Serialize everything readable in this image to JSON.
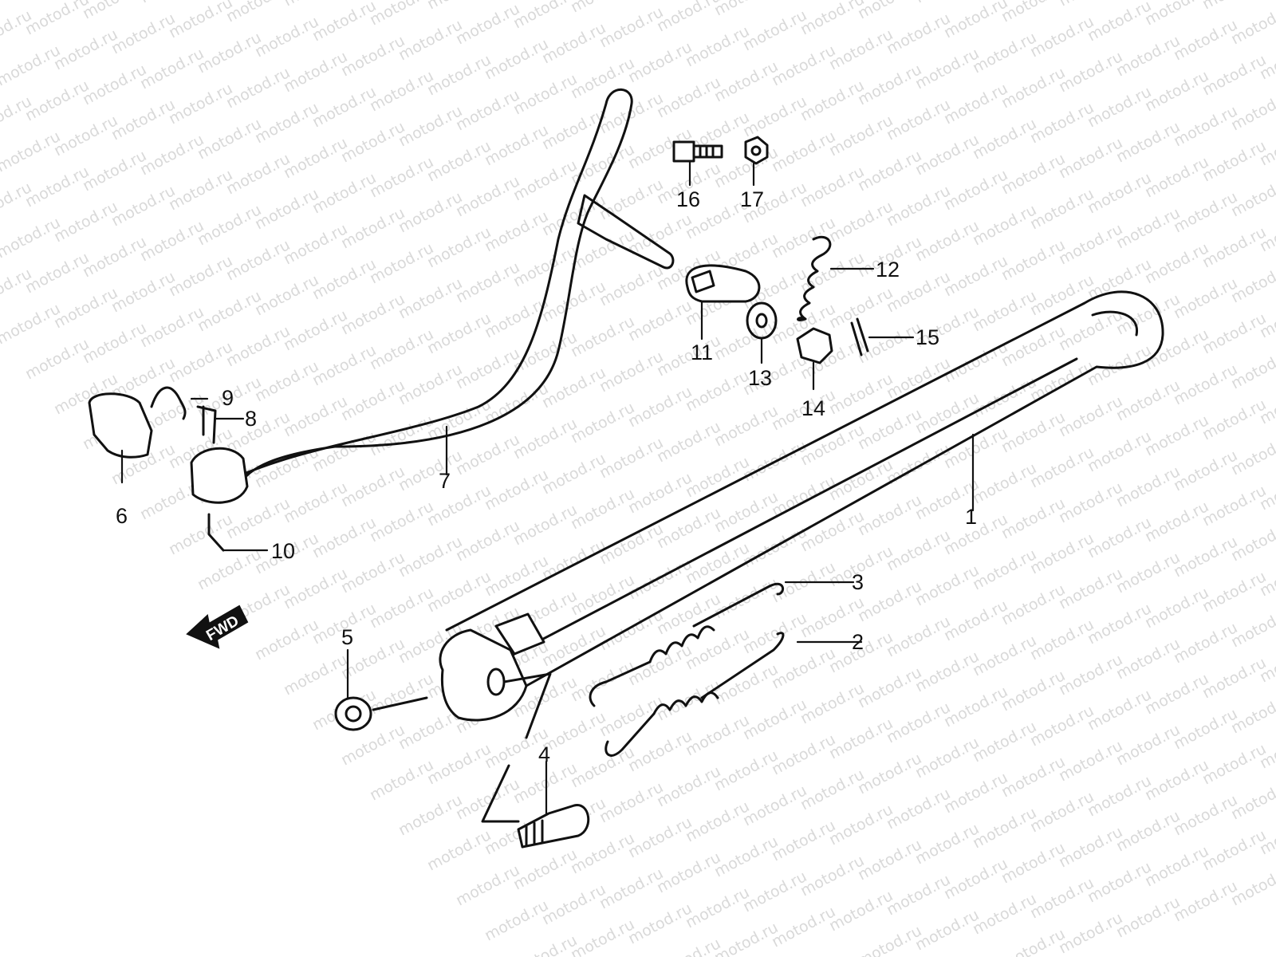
{
  "watermark": "motod.ru",
  "fwd_label": "FWD",
  "callouts": [
    "1",
    "2",
    "3",
    "4",
    "5",
    "6",
    "7",
    "8",
    "9",
    "10",
    "11",
    "12",
    "13",
    "14",
    "15",
    "16",
    "17"
  ],
  "colors": {
    "line": "#111111",
    "watermark": "#d9d9d9",
    "background": "#ffffff"
  }
}
